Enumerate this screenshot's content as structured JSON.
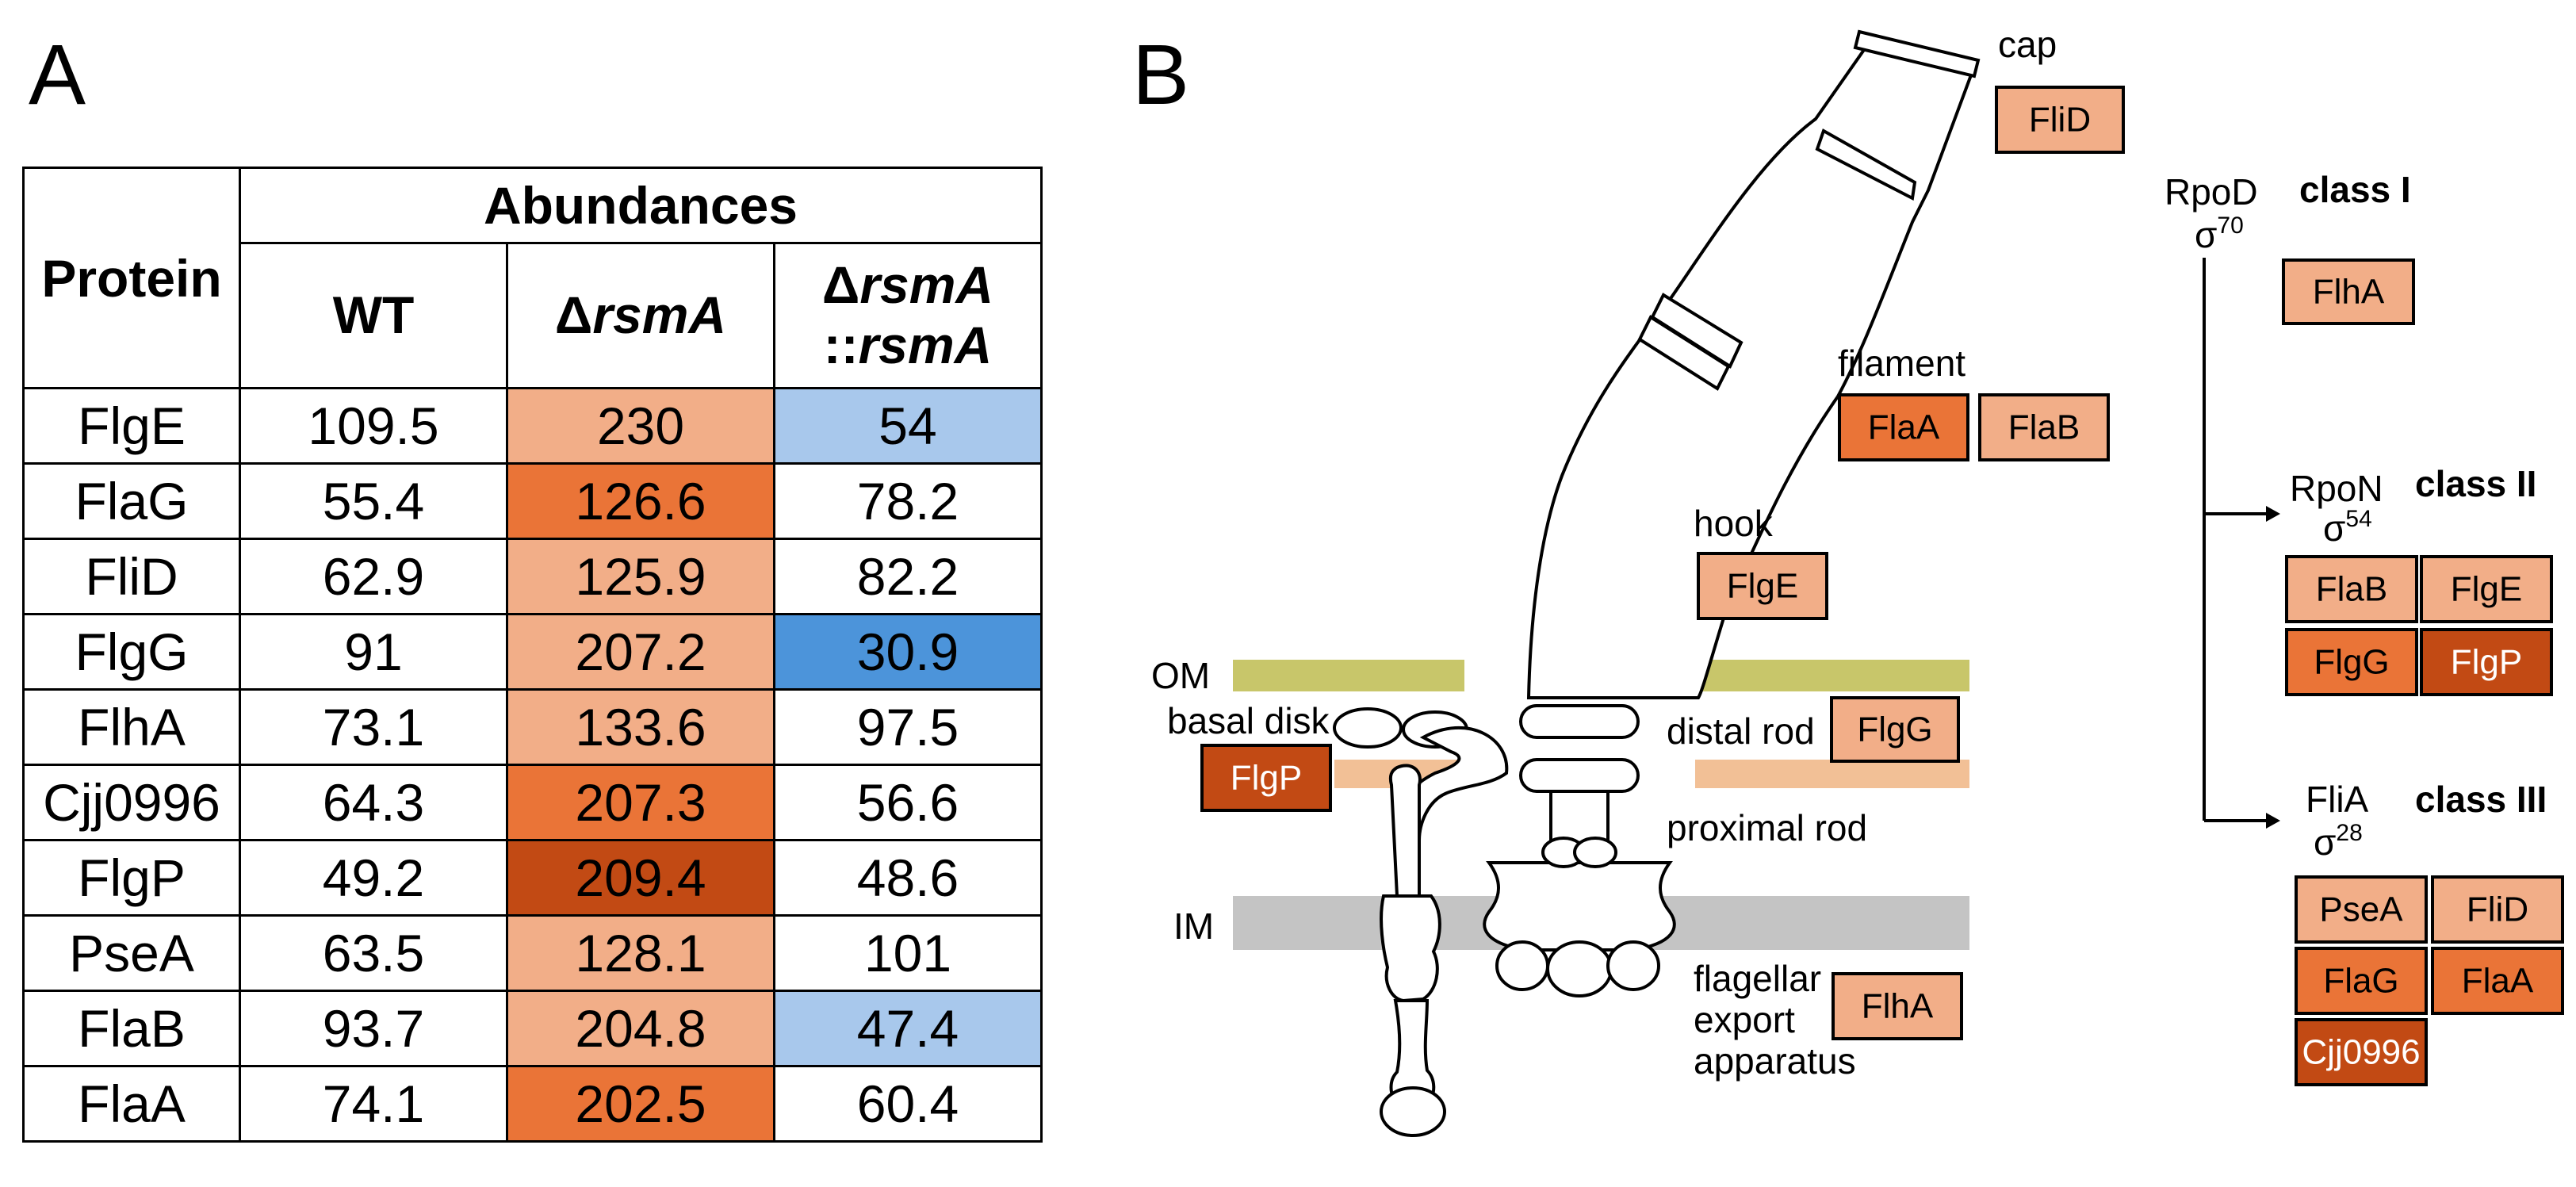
{
  "panels": {
    "a": "A",
    "b": "B"
  },
  "table": {
    "protein_header": "Protein",
    "abundances_header": "Abundances",
    "columns": [
      {
        "prefix": "",
        "italic": "",
        "suffix": "WT",
        "line2_prefix": "",
        "line2_italic": ""
      },
      {
        "prefix": "Δ",
        "italic": "rsmA",
        "suffix": "",
        "line2_prefix": "",
        "line2_italic": ""
      },
      {
        "prefix": "Δ",
        "italic": "rsmA",
        "suffix": "",
        "line2_prefix": "::",
        "line2_italic": "rsmA"
      }
    ],
    "rows": [
      {
        "protein": "FlgE",
        "values": [
          "109.5",
          "230",
          "54"
        ],
        "colors": [
          "#ffffff",
          "#f2ae88",
          "#a8c8ec"
        ]
      },
      {
        "protein": "FlaG",
        "values": [
          "55.4",
          "126.6",
          "78.2"
        ],
        "colors": [
          "#ffffff",
          "#ea7437",
          "#ffffff"
        ]
      },
      {
        "protein": "FliD",
        "values": [
          "62.9",
          "125.9",
          "82.2"
        ],
        "colors": [
          "#ffffff",
          "#f2ae88",
          "#ffffff"
        ]
      },
      {
        "protein": "FlgG",
        "values": [
          "91",
          "207.2",
          "30.9"
        ],
        "colors": [
          "#ffffff",
          "#f2ae88",
          "#4c94da"
        ]
      },
      {
        "protein": "FlhA",
        "values": [
          "73.1",
          "133.6",
          "97.5"
        ],
        "colors": [
          "#ffffff",
          "#f2ae88",
          "#ffffff"
        ]
      },
      {
        "protein": "Cjj0996",
        "values": [
          "64.3",
          "207.3",
          "56.6"
        ],
        "colors": [
          "#ffffff",
          "#ea7437",
          "#ffffff"
        ]
      },
      {
        "protein": "FlgP",
        "values": [
          "49.2",
          "209.4",
          "48.6"
        ],
        "colors": [
          "#ffffff",
          "#c24a14",
          "#ffffff"
        ]
      },
      {
        "protein": "PseA",
        "values": [
          "63.5",
          "128.1",
          "101"
        ],
        "colors": [
          "#ffffff",
          "#f2ae88",
          "#ffffff"
        ]
      },
      {
        "protein": "FlaB",
        "values": [
          "93.7",
          "204.8",
          "47.4"
        ],
        "colors": [
          "#ffffff",
          "#f2ae88",
          "#a8c8ec"
        ]
      },
      {
        "protein": "FlaA",
        "values": [
          "74.1",
          "202.5",
          "60.4"
        ],
        "colors": [
          "#ffffff",
          "#ea7437",
          "#ffffff"
        ]
      }
    ]
  },
  "colors": {
    "light_orange": "#f2ae88",
    "orange": "#ea7437",
    "dark_orange": "#c24a14",
    "light_blue": "#a8c8ec",
    "blue": "#4c94da",
    "om_band": "#c8c66a",
    "pg_band": "#f2c096",
    "im_band": "#c4c4c4"
  },
  "diagram": {
    "structure_labels": {
      "cap": "cap",
      "filament": "filament",
      "hook": "hook",
      "om": "OM",
      "basal_disk": "basal disk",
      "distal_rod": "distal rod",
      "proximal_rod": "proximal rod",
      "im": "IM",
      "export_line1": "flagellar",
      "export_line2": "export",
      "export_line3": "apparatus"
    },
    "structure_boxes": {
      "cap": [
        {
          "label": "FliD",
          "color": "#f2ae88"
        }
      ],
      "filament": [
        {
          "label": "FlaA",
          "color": "#ea7437"
        },
        {
          "label": "FlaB",
          "color": "#f2ae88"
        }
      ],
      "hook": [
        {
          "label": "FlgE",
          "color": "#f2ae88"
        }
      ],
      "distal_rod": [
        {
          "label": "FlgG",
          "color": "#f2ae88"
        }
      ],
      "basal_disk": [
        {
          "label": "FlgP",
          "color": "#c24a14"
        }
      ],
      "export": [
        {
          "label": "FlhA",
          "color": "#f2ae88"
        }
      ]
    },
    "hierarchy": {
      "rpod": {
        "name": "RpoD",
        "sigma": "σ",
        "sup": "70"
      },
      "rpon": {
        "name": "RpoN",
        "sigma": "σ",
        "sup": "54"
      },
      "flia": {
        "name": "FliA",
        "sigma": "σ",
        "sup": "28"
      },
      "class_i": "class I",
      "class_ii": "class II",
      "class_iii": "class III",
      "class_i_boxes": [
        {
          "label": "FlhA",
          "color": "#f2ae88"
        }
      ],
      "class_ii_boxes": [
        {
          "label": "FlaB",
          "color": "#f2ae88"
        },
        {
          "label": "FlgE",
          "color": "#f2ae88"
        },
        {
          "label": "FlgG",
          "color": "#ea7437"
        },
        {
          "label": "FlgP",
          "color": "#c24a14"
        }
      ],
      "class_iii_boxes": [
        {
          "label": "PseA",
          "color": "#f2ae88"
        },
        {
          "label": "FliD",
          "color": "#f2ae88"
        },
        {
          "label": "FlaG",
          "color": "#ea7437"
        },
        {
          "label": "FlaA",
          "color": "#ea7437"
        },
        {
          "label": "Cjj0996",
          "color": "#c24a14"
        }
      ]
    }
  }
}
